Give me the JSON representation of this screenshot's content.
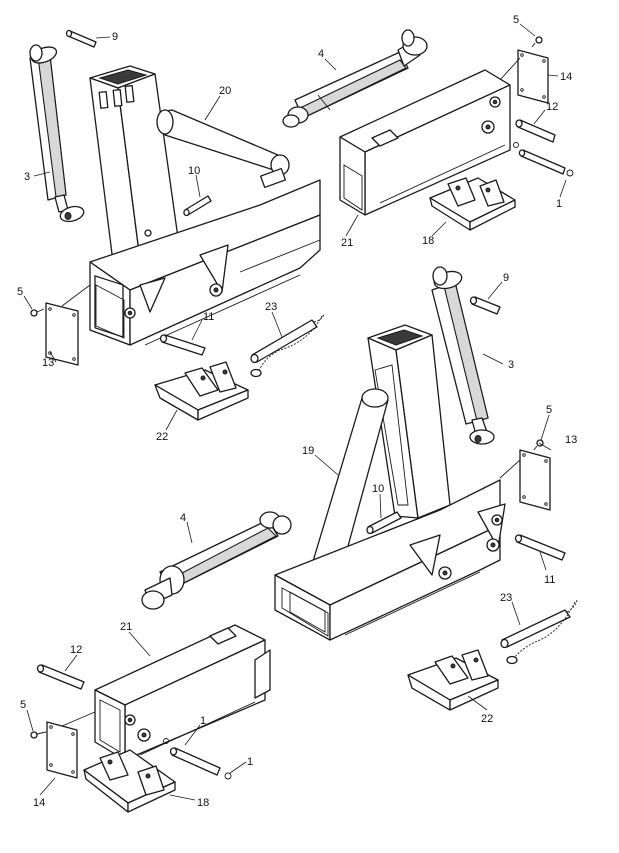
{
  "callouts": [
    {
      "id": "c9a",
      "text": "9"
    },
    {
      "id": "c3a",
      "text": "3"
    },
    {
      "id": "c20",
      "text": "20"
    },
    {
      "id": "c10a",
      "text": "10"
    },
    {
      "id": "c5a",
      "text": "5"
    },
    {
      "id": "c13a",
      "text": "13"
    },
    {
      "id": "c11a",
      "text": "11"
    },
    {
      "id": "c23a",
      "text": "23"
    },
    {
      "id": "c22a",
      "text": "22"
    },
    {
      "id": "c4a",
      "text": "4"
    },
    {
      "id": "c5b",
      "text": "5"
    },
    {
      "id": "c14a",
      "text": "14"
    },
    {
      "id": "c12a",
      "text": "12"
    },
    {
      "id": "c1a",
      "text": "1"
    },
    {
      "id": "c21a",
      "text": "21"
    },
    {
      "id": "c18a",
      "text": "18"
    },
    {
      "id": "c9b",
      "text": "9"
    },
    {
      "id": "c3b",
      "text": "3"
    },
    {
      "id": "c5c",
      "text": "5"
    },
    {
      "id": "c13b",
      "text": "13"
    },
    {
      "id": "c19",
      "text": "19"
    },
    {
      "id": "c10b",
      "text": "10"
    },
    {
      "id": "c11b",
      "text": "11"
    },
    {
      "id": "c4b",
      "text": "4"
    },
    {
      "id": "c23b",
      "text": "23"
    },
    {
      "id": "c22b",
      "text": "22"
    },
    {
      "id": "c21b",
      "text": "21"
    },
    {
      "id": "c12b",
      "text": "12"
    },
    {
      "id": "c5d",
      "text": "5"
    },
    {
      "id": "c1b",
      "text": "1"
    },
    {
      "id": "c1c",
      "text": "1"
    },
    {
      "id": "c14b",
      "text": "14"
    },
    {
      "id": "c18b",
      "text": "18"
    }
  ]
}
